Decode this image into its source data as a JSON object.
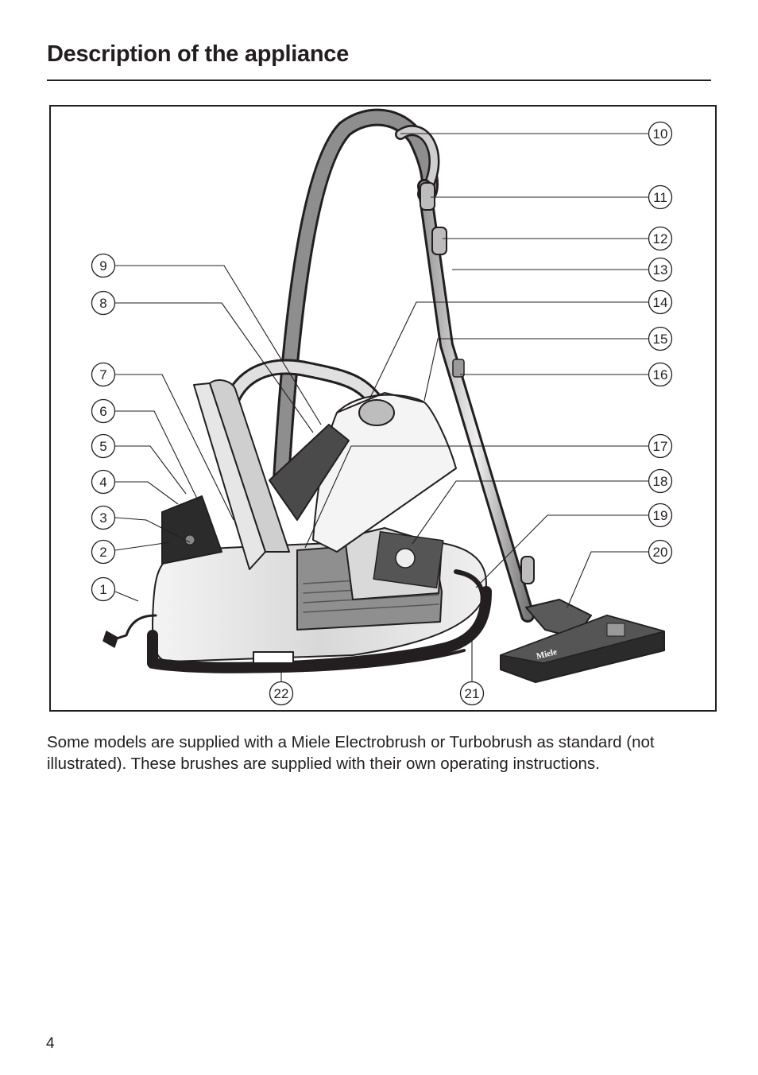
{
  "page": {
    "title": "Description of the appliance",
    "number": "4"
  },
  "figure": {
    "brand_on_floorhead": "Miele",
    "callouts": [
      "1",
      "2",
      "3",
      "4",
      "5",
      "6",
      "7",
      "8",
      "9",
      "10",
      "11",
      "12",
      "13",
      "14",
      "15",
      "16",
      "17",
      "18",
      "19",
      "20",
      "21",
      "22"
    ]
  },
  "caption": "Some models are supplied with a Miele Electrobrush or Turbobrush as standard (not illustrated). These brushes are supplied with their own operating instructions."
}
